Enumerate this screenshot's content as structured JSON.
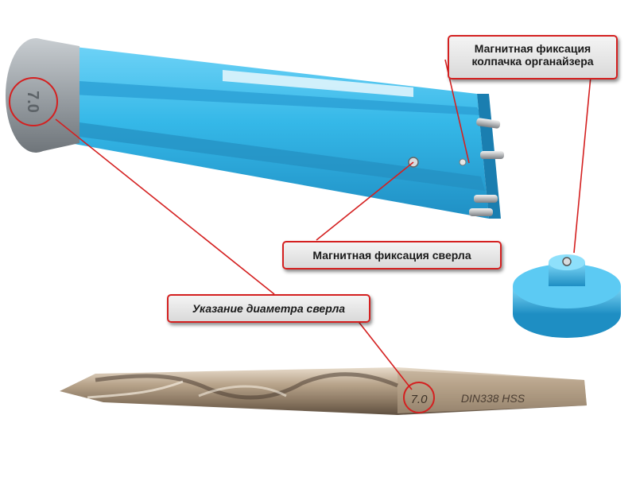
{
  "callouts": {
    "cap_fixation": {
      "line1": "Магнитная фиксация",
      "line2": "колпачка органайзера"
    },
    "drill_fixation": {
      "text": "Магнитная фиксация сверла"
    },
    "diameter": {
      "text": "Указание диаметра сверла"
    }
  },
  "markings": {
    "cap_number": "7.0",
    "drill_diameter": "7.0",
    "drill_code": "DIN338 HSS"
  },
  "colors": {
    "organizer_blue": "#35b8e8",
    "cap_grey": "#9aa0a5",
    "callout_border": "#d42020",
    "drill_metal": "#b9a58c"
  }
}
